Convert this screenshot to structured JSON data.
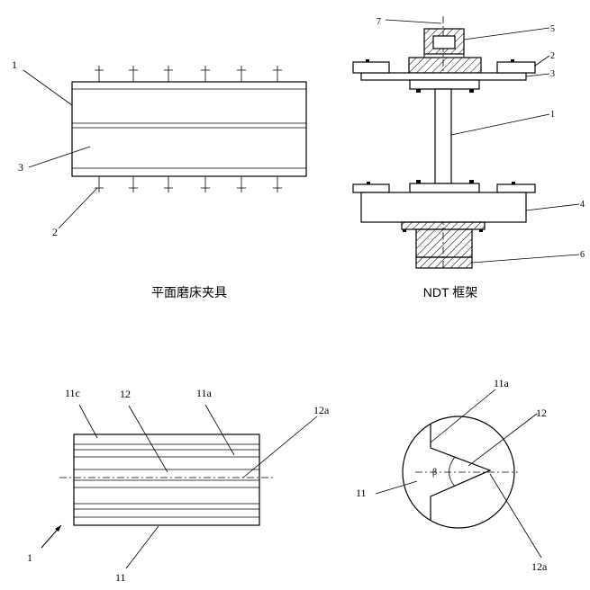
{
  "fig1": {
    "caption": "平面磨床夹具",
    "labels": {
      "l1": "1",
      "l2": "2",
      "l3": "3"
    }
  },
  "fig2": {
    "caption": "NDT 框架",
    "labels": {
      "l7": "7",
      "l5": "5",
      "l2": "2",
      "l3": "3",
      "l1": "1",
      "l4": "4",
      "l6": "6"
    }
  },
  "fig3": {
    "labels": {
      "l11c": "11c",
      "l12": "12",
      "l11a": "11a",
      "l12a": "12a",
      "l1": "1",
      "l11": "11"
    }
  },
  "fig4": {
    "labels": {
      "l11a": "11a",
      "l12": "12",
      "beta": "β",
      "l11": "11",
      "l12a": "12a"
    }
  }
}
